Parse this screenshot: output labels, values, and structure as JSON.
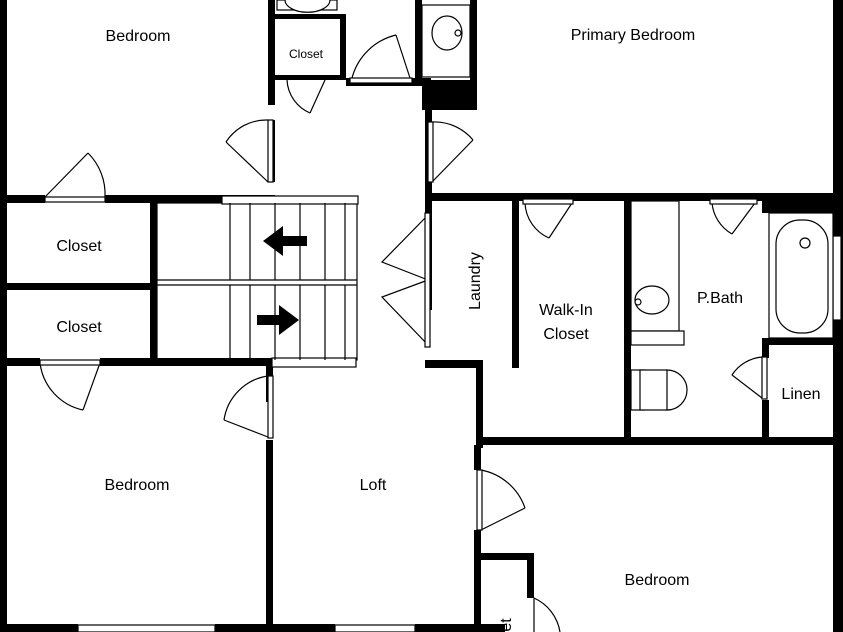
{
  "rooms": {
    "bedroom_top_left": "Bedroom",
    "closet_small": "Closet",
    "primary_bedroom": "Primary Bedroom",
    "closet_1": "Closet",
    "closet_2": "Closet",
    "laundry": "Laundry",
    "walk_in_closet_line1": "Walk-In",
    "walk_in_closet_line2": "Closet",
    "p_bath": "P.Bath",
    "linen": "Linen",
    "bedroom_bottom_left": "Bedroom",
    "loft": "Loft",
    "bedroom_bottom_right": "Bedroom",
    "closet_cut": "et"
  }
}
